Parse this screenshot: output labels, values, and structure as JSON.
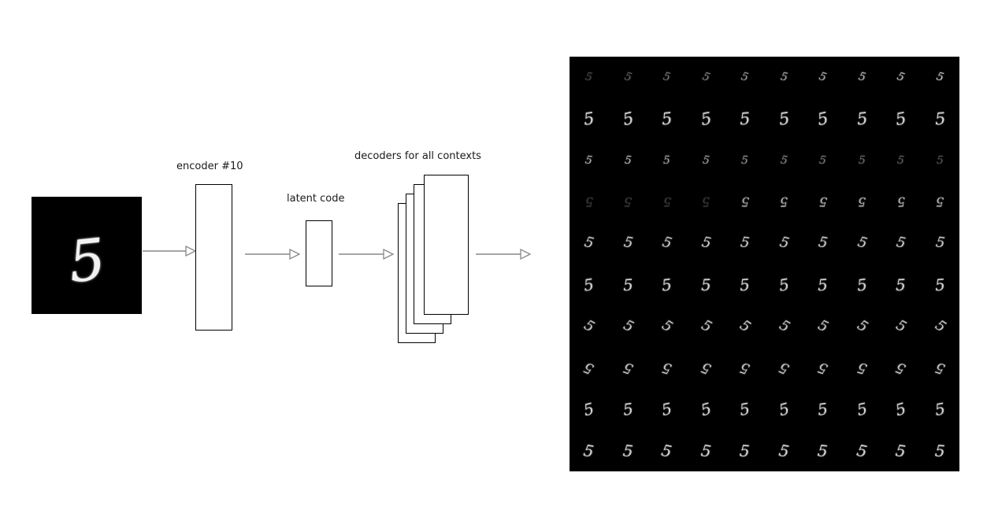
{
  "figure": {
    "input": {
      "digit": "5"
    },
    "labels": {
      "encoder": "encoder #10",
      "latent": "latent code",
      "decoders": "decoders for all contexts"
    },
    "colors": {
      "background": "#ffffff",
      "image_background": "#000000",
      "digit": "#ececec",
      "arrow": "#888888",
      "box_border": "#000000"
    },
    "arrows": [
      {
        "name": "input-to-encoder"
      },
      {
        "name": "encoder-to-latent"
      },
      {
        "name": "latent-to-decoders"
      },
      {
        "name": "decoders-to-output"
      }
    ],
    "output_grid": {
      "rows": 10,
      "cols": 10,
      "digit": "5",
      "row_styles": [
        {
          "rotate": 15,
          "size": 14,
          "opacity": [
            0.3,
            0.4,
            0.5,
            0.55,
            0.65,
            0.7,
            0.75,
            0.8,
            0.8,
            0.85
          ]
        },
        {
          "rotate": -8,
          "size": 21,
          "opacity": 0.9
        },
        {
          "rotate": 5,
          "size": 14,
          "opacity": [
            0.75,
            0.75,
            0.7,
            0.65,
            0.6,
            0.55,
            0.5,
            0.45,
            0.4,
            0.35
          ]
        },
        {
          "rotate": 180,
          "size": 16,
          "opacity": [
            0.25,
            0.25,
            0.25,
            0.25,
            0.75,
            0.8,
            0.8,
            0.8,
            0.8,
            0.8
          ]
        },
        {
          "rotate": 12,
          "size": 18,
          "opacity": 0.85
        },
        {
          "rotate": -5,
          "size": 20,
          "opacity": 0.9
        },
        {
          "rotate": 30,
          "size": 18,
          "opacity": 0.85
        },
        {
          "rotate": 200,
          "size": 18,
          "opacity": 0.85
        },
        {
          "rotate": -12,
          "size": 20,
          "opacity": 0.9
        },
        {
          "rotate": 8,
          "size": 20,
          "opacity": 0.9
        }
      ]
    }
  }
}
